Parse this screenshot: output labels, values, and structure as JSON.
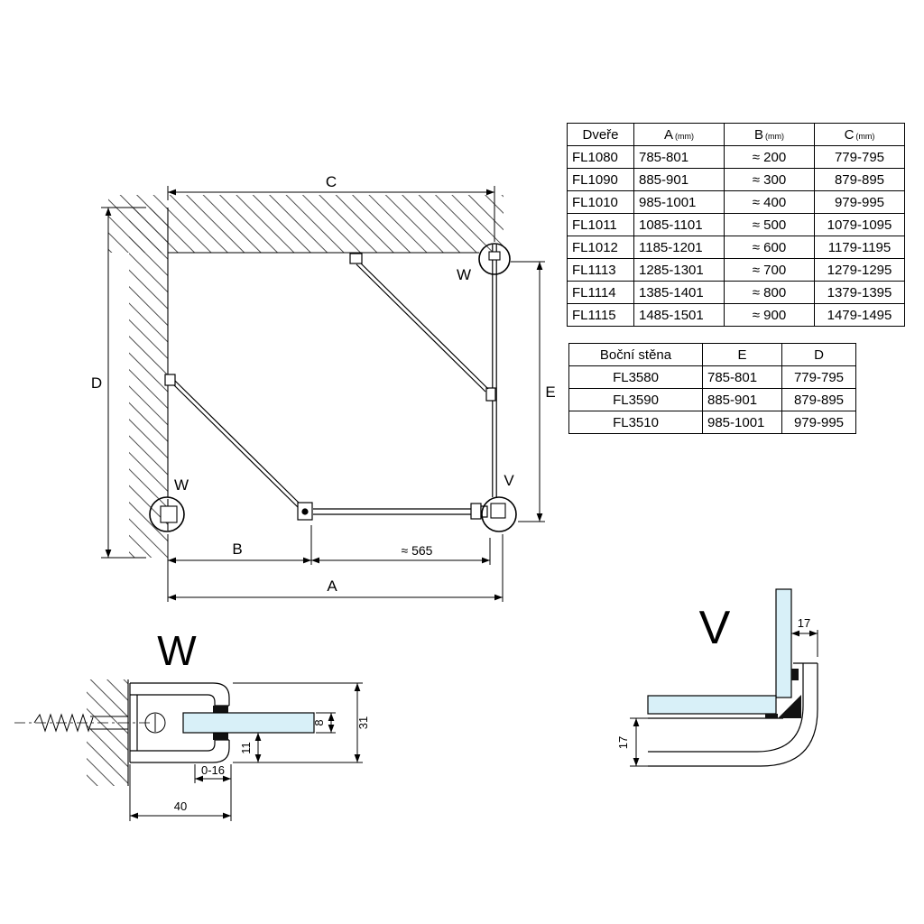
{
  "colors": {
    "glass": "#d8f0f8",
    "line": "#000000",
    "hatch": "#3a3a3a"
  },
  "plan": {
    "dim_c": "C",
    "dim_d": "D",
    "dim_e": "E",
    "dim_b": "B",
    "dim_a": "A",
    "dim_door_width": "≈ 565",
    "callout_w_top": "W",
    "callout_w_bottom": "W",
    "callout_v": "V"
  },
  "detail_w": {
    "title": "W",
    "dim_height": "31",
    "dim_glass": "8",
    "dim_offset": "11",
    "dim_adjust": "0-16",
    "dim_width": "40"
  },
  "detail_v": {
    "title": "V",
    "dim_top": "17",
    "dim_side": "17"
  },
  "doors_table": {
    "header": {
      "name": "Dveře",
      "a": "A",
      "b": "B",
      "c": "C",
      "unit": "(mm)"
    },
    "rows": [
      {
        "code": "FL1080",
        "a": "785-801",
        "b": "≈ 200",
        "c": "779-795"
      },
      {
        "code": "FL1090",
        "a": "885-901",
        "b": "≈ 300",
        "c": "879-895"
      },
      {
        "code": "FL1010",
        "a": "985-1001",
        "b": "≈ 400",
        "c": "979-995"
      },
      {
        "code": "FL1011",
        "a": "1085-1101",
        "b": "≈ 500",
        "c": "1079-1095"
      },
      {
        "code": "FL1012",
        "a": "1185-1201",
        "b": "≈ 600",
        "c": "1179-1195"
      },
      {
        "code": "FL1113",
        "a": "1285-1301",
        "b": "≈ 700",
        "c": "1279-1295"
      },
      {
        "code": "FL1114",
        "a": "1385-1401",
        "b": "≈ 800",
        "c": "1379-1395"
      },
      {
        "code": "FL1115",
        "a": "1485-1501",
        "b": "≈ 900",
        "c": "1479-1495"
      }
    ]
  },
  "side_table": {
    "header": {
      "name": "Boční stěna",
      "e": "E",
      "d": "D"
    },
    "rows": [
      {
        "code": "FL3580",
        "e": "785-801",
        "d": "779-795"
      },
      {
        "code": "FL3590",
        "e": "885-901",
        "d": "879-895"
      },
      {
        "code": "FL3510",
        "e": "985-1001",
        "d": "979-995"
      }
    ]
  }
}
